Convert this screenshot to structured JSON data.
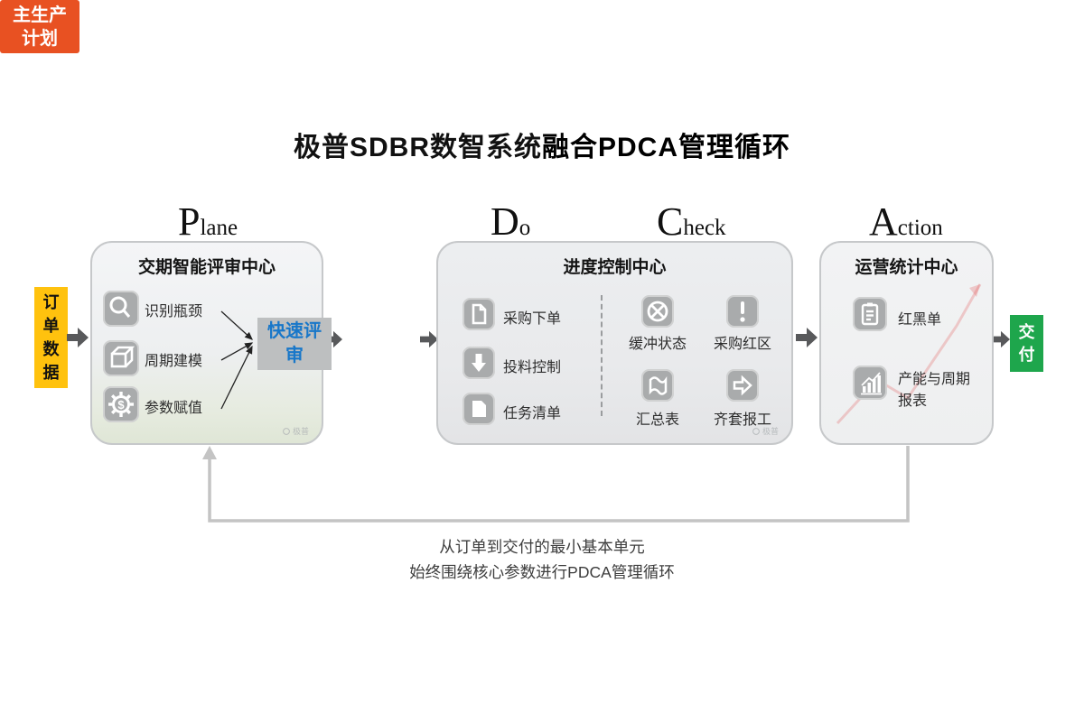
{
  "title": {
    "normal": "极普SDBR数智系统",
    "bold": "融合PDCA管理循环"
  },
  "phases": [
    {
      "big": "P",
      "small": "lane"
    },
    {
      "big": "D",
      "small": "o"
    },
    {
      "big": "C",
      "small": "heck"
    },
    {
      "big": "A",
      "small": "ction"
    }
  ],
  "order_box": {
    "label": "订单数据"
  },
  "plan_panel": {
    "title": "交期智能评审中心",
    "items": [
      {
        "icon": "magnifier-icon",
        "label": "识别瓶颈"
      },
      {
        "icon": "cube-icon",
        "label": "周期建模"
      },
      {
        "icon": "gear-dollar-icon",
        "label": "参数赋值"
      }
    ],
    "highlight": "快速评审",
    "watermark": "极普"
  },
  "mps_box": {
    "label": "主生产计划"
  },
  "do_check_panel": {
    "title": "进度控制中心",
    "do_items": [
      {
        "icon": "document-icon",
        "label": "采购下单"
      },
      {
        "icon": "arrow-down-icon",
        "label": "投料控制"
      },
      {
        "icon": "task-doc-icon",
        "label": "任务清单"
      }
    ],
    "check_items": [
      {
        "icon": "circle-x-icon",
        "label": "缓冲状态"
      },
      {
        "icon": "exclamation-icon",
        "label": "采购红区"
      },
      {
        "icon": "flag-icon",
        "label": "汇总表"
      },
      {
        "icon": "arrow-right-icon",
        "label": "齐套报工"
      }
    ],
    "watermark": "极普"
  },
  "action_panel": {
    "title": "运营统计中心",
    "items": [
      {
        "icon": "clipboard-icon",
        "label": "红黑单"
      },
      {
        "icon": "bar-chart-icon",
        "label": "产能与周期报表"
      }
    ]
  },
  "delivery_box": {
    "label": "交付"
  },
  "caption": {
    "line1": "从订单到交付的最小基本单元",
    "line2": "始终围绕核心参数进行PDCA管理循环"
  },
  "colors": {
    "order_yellow": "#ffc20e",
    "mps_orange": "#e85122",
    "delivery_green": "#1ea64c",
    "highlight_blue": "#1877c9",
    "tile_gray": "#a9abac",
    "loop_gray": "#c4c4c4",
    "arrow_dark": "#58595b"
  }
}
